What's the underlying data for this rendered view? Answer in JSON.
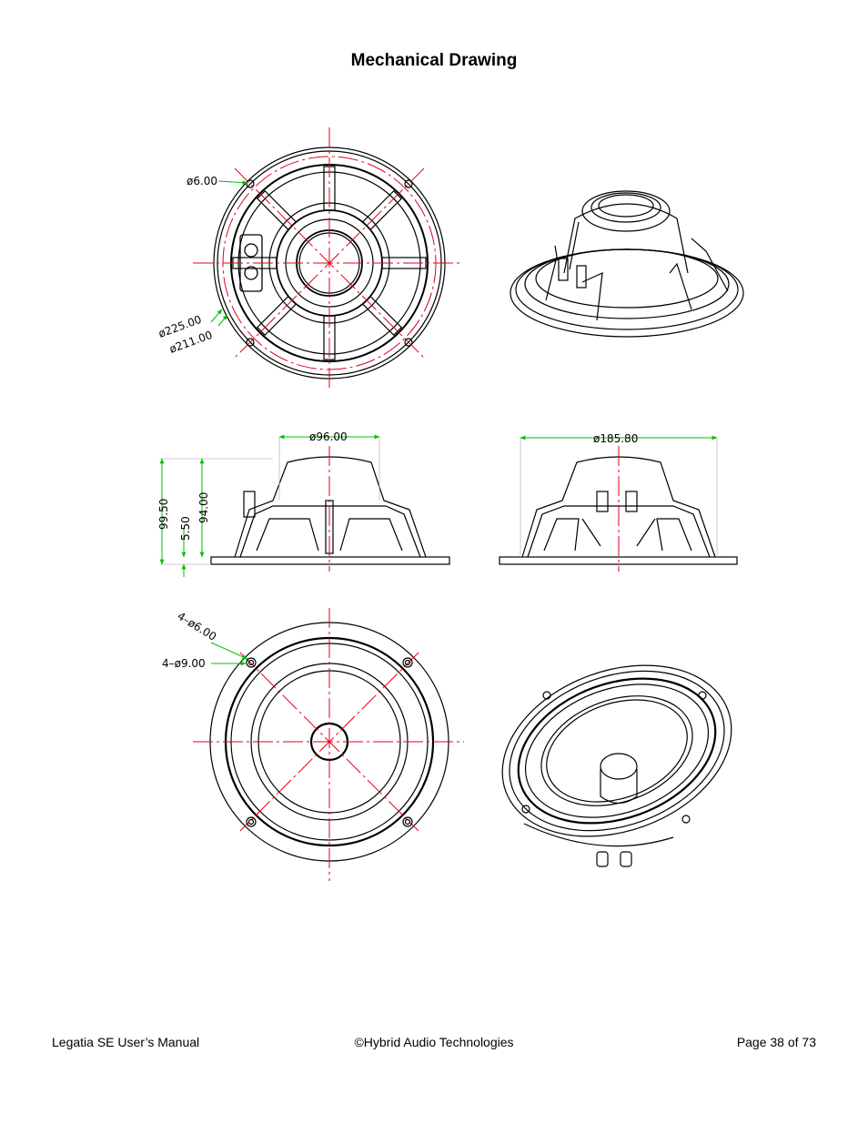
{
  "page": {
    "title": "Mechanical Drawing",
    "footer": {
      "left": "Legatia SE User’s Manual",
      "center": "©Hybrid Audio Technologies",
      "right": "Page 38 of 73"
    }
  },
  "dimensions": {
    "hole_6": "ø6.00",
    "outer_225": "ø225.00",
    "outer_211": "ø211.00",
    "magnet_96": "ø96.00",
    "width_185": "ø185.80",
    "height_99": "99.50",
    "height_94": "94.00",
    "flange_5": "5.50",
    "holes_4x6": "4–ø6.00",
    "holes_4x9": "4–ø9.00"
  },
  "colors": {
    "centerline": "#e0001a",
    "dimension": "#00c000",
    "outline": "#000000"
  }
}
